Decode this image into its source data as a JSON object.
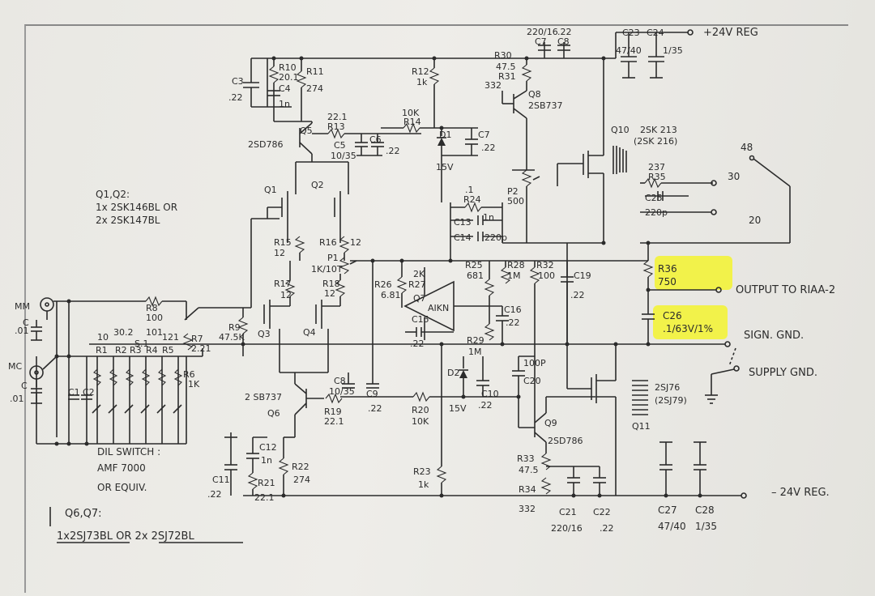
{
  "supply": {
    "pos_label": "+24V REG",
    "neg_label": "– 24V REG."
  },
  "components": {
    "r10": [
      "R10",
      "20.1"
    ],
    "r11": [
      "R11",
      "274"
    ],
    "c3": [
      "C3",
      ".22"
    ],
    "c4": [
      "C4",
      "1n"
    ],
    "r12": [
      "R12",
      "1k"
    ],
    "r30": [
      "R30",
      "47.5"
    ],
    "r31": [
      "R31",
      "332"
    ],
    "c7c8": [
      "220/16",
      ".22",
      "C7",
      "C8"
    ],
    "c23c24": [
      "C23",
      "C24",
      "47/40",
      "1/35"
    ],
    "q8": [
      "Q8",
      "2SB737"
    ],
    "q10": [
      "Q10",
      "2SK 213",
      "(2SK 216)"
    ],
    "r13": [
      "22.1",
      "R13"
    ],
    "r14": [
      "10K",
      "R14"
    ],
    "c5": [
      "C5",
      "10/35"
    ],
    "c6": [
      "C6",
      ".22"
    ],
    "q5": [
      "Q5",
      "2SD786"
    ],
    "d1": [
      "D1",
      "15V"
    ],
    "c7b": [
      "C7",
      ".22"
    ],
    "p2": [
      "P2",
      "500"
    ],
    "r35": [
      "237",
      "R35"
    ],
    "c25": [
      "C25",
      "220p"
    ],
    "q1": "Q1",
    "q2": "Q2",
    "r24": [
      ".1",
      "R24"
    ],
    "c13": [
      "C13",
      "1n"
    ],
    "c14": [
      "C14",
      "220p"
    ],
    "r15": [
      "R15",
      "12"
    ],
    "r16": [
      "R16",
      "12"
    ],
    "p1": [
      "P1",
      "1K/10T"
    ],
    "r26": [
      "R26",
      "6.81"
    ],
    "r27": [
      "2K",
      "R27"
    ],
    "r25": [
      "R25",
      "681"
    ],
    "r28": [
      "R28",
      "1M"
    ],
    "r32": [
      "R32",
      "100"
    ],
    "c19": [
      "C19",
      ".22"
    ],
    "r36": [
      "R36",
      "750"
    ],
    "c26": [
      "C26",
      ".1/63V/1%"
    ],
    "r17": [
      "R17",
      "12"
    ],
    "r18": [
      "R18",
      "12"
    ],
    "q7": [
      "Q7",
      "AIKN"
    ],
    "c15": [
      "C15",
      ".22"
    ],
    "c16": [
      "C16",
      ".22"
    ],
    "r29": [
      "R29",
      "1M"
    ],
    "mm": "MM",
    "mc": "MC",
    "c_in": [
      "C",
      ".01"
    ],
    "c_in2": [
      "C",
      ".01"
    ],
    "r8": [
      "R8",
      "100"
    ],
    "r9": [
      "R9",
      "47.5K"
    ],
    "q3": "Q3",
    "q4": "Q4",
    "r7": [
      "R7",
      "2.21"
    ],
    "r6": [
      "R6",
      "1K"
    ],
    "c1c2": [
      "C1",
      "C2"
    ],
    "rbank_vals": [
      "10",
      "30.2",
      "101",
      "",
      "121",
      "S.1"
    ],
    "rbank_names": [
      "R1",
      "R2",
      "R3",
      "R4",
      "R5"
    ],
    "c8": [
      "C8",
      "10/35"
    ],
    "c9": [
      "C9",
      ".22"
    ],
    "d2": [
      "D2",
      "15V"
    ],
    "c10": [
      "C10",
      ".22"
    ],
    "c20": [
      "100P",
      "C20"
    ],
    "r20": [
      "R20",
      "10K"
    ],
    "r19": [
      "R19",
      "22.1"
    ],
    "q6": [
      "2 SB737",
      "Q6"
    ],
    "q9": [
      "Q9",
      "2SD786"
    ],
    "q11": [
      "2SJ76",
      "(2SJ79)",
      "Q11"
    ],
    "c12": [
      "C12",
      "1n"
    ],
    "r21": [
      "R21",
      "22.1"
    ],
    "r22": [
      "R22",
      "274"
    ],
    "c11": [
      "C11",
      ".22"
    ],
    "r23": [
      "R23",
      "1k"
    ],
    "r33": [
      "R33",
      "47.5"
    ],
    "r34": [
      "R34",
      "332"
    ],
    "c21c22": [
      "C21",
      "C22",
      "220/16",
      ".22"
    ],
    "c27c28": [
      "C27",
      "C28",
      "47/40",
      "1/35"
    ],
    "p48": "48",
    "p30": "30",
    "p20": "20"
  },
  "notes": {
    "q1q2_line1": "Q1,Q2:",
    "q1q2_line2": "1x 2SK146BL OR",
    "q1q2_line3": "2x 2SK147BL",
    "dil_line1": "DIL SWITCH :",
    "dil_line2": "AMF 7000",
    "dil_line3": "OR EQUIV.",
    "q6q7_line1": "Q6,Q7:",
    "q6q7_line2": "1x2SJ73BL OR 2x 2SJ72BL"
  },
  "outputs": {
    "riaa": "OUTPUT TO RIAA-2",
    "sign_gnd": "SIGN. GND.",
    "supply_gnd": "SUPPLY GND."
  },
  "colors": {
    "paper": "#eceae5",
    "ink": "#2b2b2b",
    "highlight": "#f2f24a"
  }
}
